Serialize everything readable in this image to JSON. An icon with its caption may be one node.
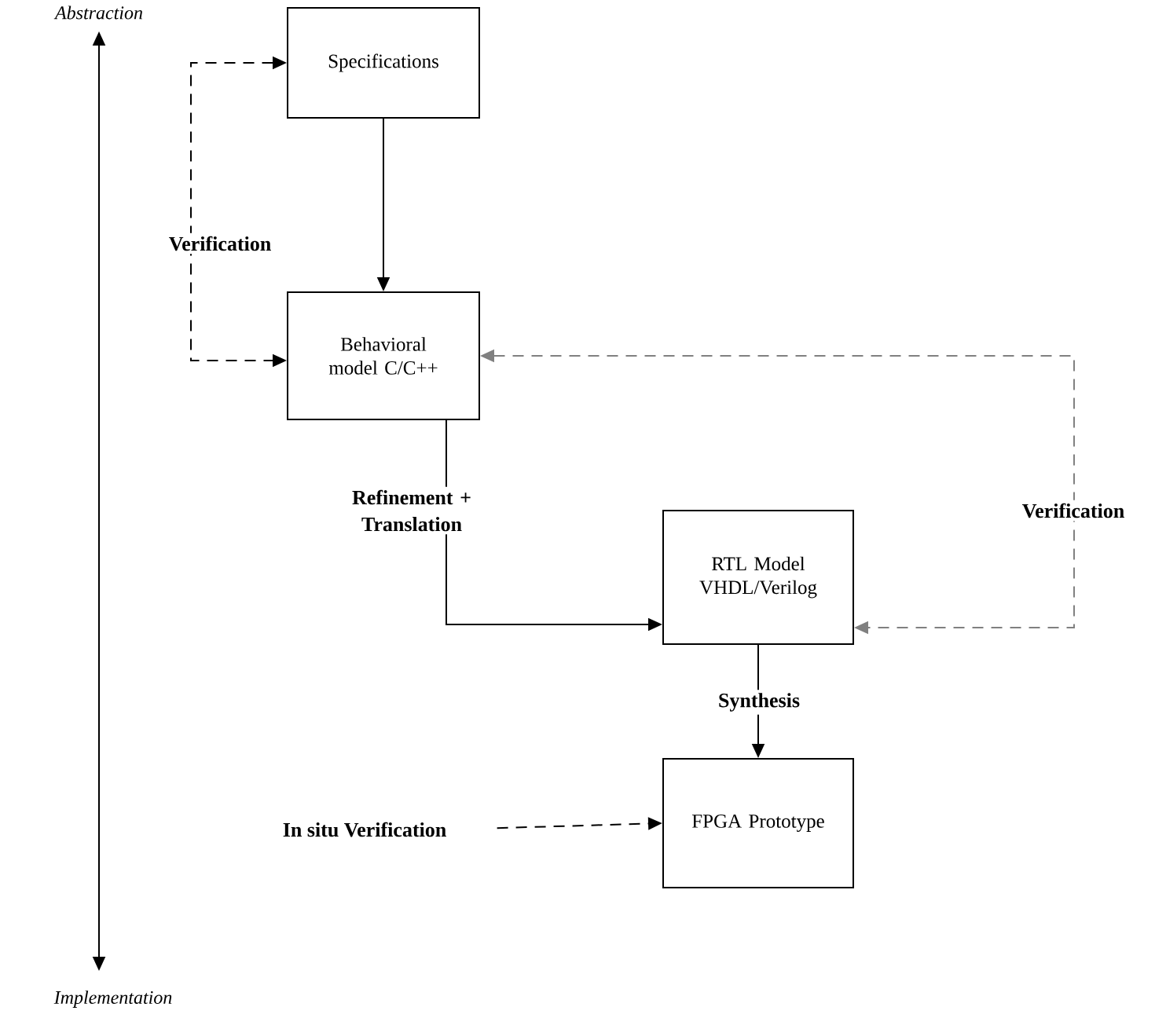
{
  "diagram": {
    "nodes": [
      {
        "text": [
          "Specifications"
        ]
      },
      {
        "text": [
          "Behavioral model C/C++"
        ]
      },
      {
        "text": [
          "RTL Model VHDL/Verilog"
        ]
      },
      {
        "text": [
          "FPGA Prototype"
        ]
      },
      {
        "text": [
          "In situ Verification"
        ]
      }
    ],
    "edges": [
      {
        "from": 0,
        "to": 1,
        "arrow": "to"
      },
      {
        "from": 1,
        "to": 2,
        "arrow": "to",
        "label": "Refinement + Translation"
      },
      {
        "from": 2,
        "to": 3,
        "arrow": "to",
        "label": "Synthesis"
      },
      {
        "from": 0,
        "to": 1,
        "arrow": "both",
        "style": "dashed",
        "label": "Verification"
      },
      {
        "from": 1,
        "to": 2,
        "arrow": "both",
        "style": "dashed",
        "color": "#808080",
        "label": "Verification"
      },
      {
        "from": 4,
        "to": 3,
        "arrow": "to",
        "style": "dashed"
      }
    ],
    "labels": [
      "Abstraction",
      "Implementation"
    ]
  }
}
